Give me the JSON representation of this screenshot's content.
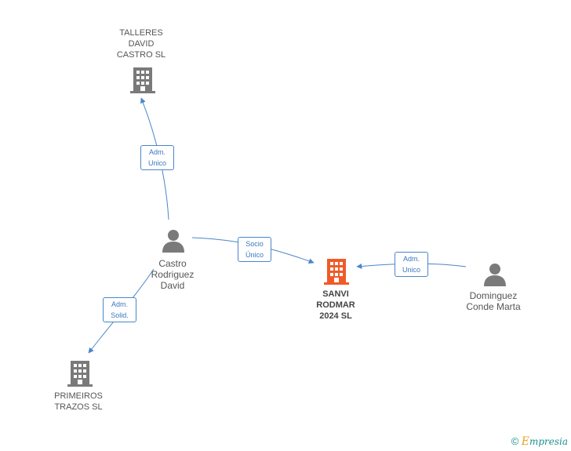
{
  "nodes": {
    "talleres": {
      "label": [
        "TALLERES",
        "DAVID",
        "CASTRO SL"
      ],
      "kind": "company",
      "icon": "building-icon"
    },
    "sanvi": {
      "label": [
        "SANVI",
        "RODMAR",
        "2024  SL"
      ],
      "kind": "company-main",
      "icon": "building-icon"
    },
    "primeiros": {
      "label": [
        "PRIMEIROS",
        "TRAZOS SL"
      ],
      "kind": "company",
      "icon": "building-icon"
    },
    "castro": {
      "label": [
        "Castro",
        "Rodriguez",
        "David"
      ],
      "kind": "person",
      "icon": "person-icon"
    },
    "dominguez": {
      "label": [
        "Dominguez",
        "Conde Marta"
      ],
      "kind": "person",
      "icon": "person-icon"
    }
  },
  "edges": [
    {
      "from": "castro",
      "to": "talleres",
      "label": [
        "Adm.",
        "Unico"
      ]
    },
    {
      "from": "castro",
      "to": "sanvi",
      "label": [
        "Socio",
        "Único"
      ]
    },
    {
      "from": "dominguez",
      "to": "sanvi",
      "label": [
        "Adm.",
        "Unico"
      ]
    },
    {
      "from": "castro",
      "to": "primeiros",
      "label": [
        "Adm.",
        "Solid."
      ]
    }
  ],
  "colors": {
    "company": "#7a7a7a",
    "company_main": "#f05a28",
    "person": "#7a7a7a",
    "edge": "#4a86c8"
  },
  "footer": {
    "copyright": "©",
    "brand_first": "E",
    "brand_rest": "mpresia"
  }
}
